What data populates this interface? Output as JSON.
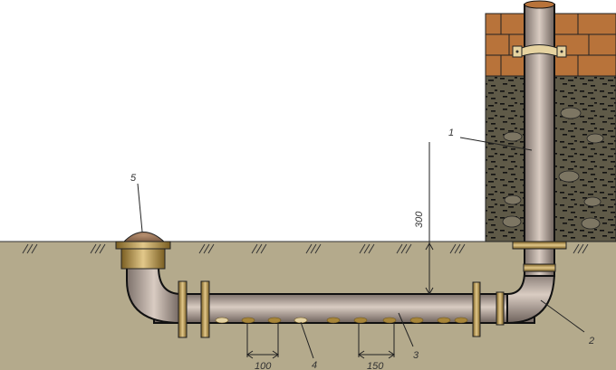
{
  "labels": {
    "riser_pipe": "1",
    "elbow": "2",
    "perforated_pipe": "3",
    "hole": "4",
    "cap": "5"
  },
  "dimensions": {
    "depth": "300",
    "hole_spacing_a": "100",
    "hole_spacing_b": "150"
  },
  "colors": {
    "soil": "#b4aa8c",
    "brick": "#b8733a",
    "gravel": "#5f5a48",
    "pipe": "#a89c94",
    "brass": "#a8863a"
  }
}
